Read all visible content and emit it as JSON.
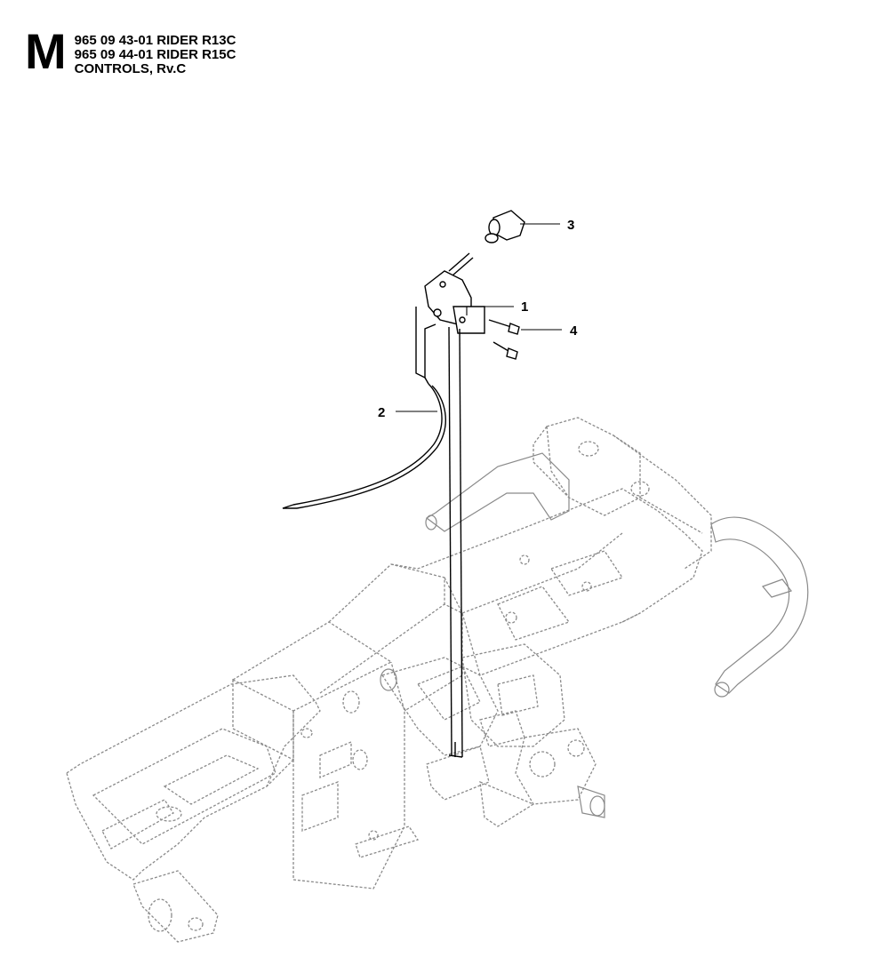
{
  "header": {
    "section_letter": "M",
    "line1": "965 09 43-01 RIDER R13C",
    "line2": "965 09 44-01 RIDER R15C",
    "line3": "CONTROLS, Rv.C"
  },
  "callouts": [
    {
      "label": "1"
    },
    {
      "label": "2"
    },
    {
      "label": "3"
    },
    {
      "label": "4"
    }
  ]
}
